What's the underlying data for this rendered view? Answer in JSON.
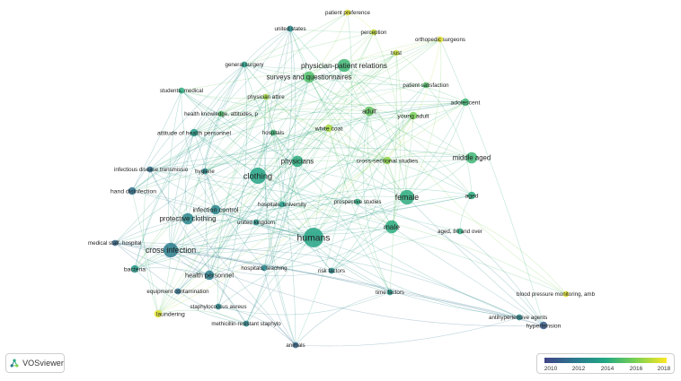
{
  "app": {
    "name": "VOSviewer"
  },
  "legend": {
    "ticks": [
      "2010",
      "2012",
      "2014",
      "2016",
      "2018"
    ]
  },
  "colors": {
    "scale": [
      "#414487",
      "#2a788e",
      "#22a884",
      "#7ad151",
      "#fde725"
    ],
    "year_min": 2009,
    "year_max": 2018.5
  },
  "network": {
    "items": [
      {
        "label": "patient preference",
        "year": 2018,
        "weight": 2
      },
      {
        "label": "united states",
        "year": 2012,
        "weight": 2
      },
      {
        "label": "perception",
        "year": 2017.5,
        "weight": 2
      },
      {
        "label": "orthopedic surgeons",
        "year": 2018,
        "weight": 2
      },
      {
        "label": "trust",
        "year": 2017.5,
        "weight": 2
      },
      {
        "label": "general surgery",
        "year": 2013,
        "weight": 2
      },
      {
        "label": "physician-patient relations",
        "year": 2014.5,
        "weight": 6
      },
      {
        "label": "surveys and questionnaires",
        "year": 2015,
        "weight": 5
      },
      {
        "label": "patient satisfaction",
        "year": 2015,
        "weight": 2
      },
      {
        "label": "students, medical",
        "year": 2014,
        "weight": 2
      },
      {
        "label": "physician attire",
        "year": 2017,
        "weight": 2
      },
      {
        "label": "adult",
        "year": 2015.5,
        "weight": 4
      },
      {
        "label": "adolescent",
        "year": 2014.5,
        "weight": 3
      },
      {
        "label": "health knowledge, attitudes, p",
        "year": 2015,
        "weight": 2
      },
      {
        "label": "young adult",
        "year": 2016,
        "weight": 3
      },
      {
        "label": "attitude of health personnel",
        "year": 2013,
        "weight": 3
      },
      {
        "label": "hospitals",
        "year": 2014.5,
        "weight": 2
      },
      {
        "label": "white coat",
        "year": 2017,
        "weight": 3
      },
      {
        "label": "middle aged",
        "year": 2014.5,
        "weight": 5
      },
      {
        "label": "physicians",
        "year": 2014,
        "weight": 5
      },
      {
        "label": "cross-sectional studies",
        "year": 2016.5,
        "weight": 3
      },
      {
        "label": "infectious disease transmissio",
        "year": 2011,
        "weight": 2
      },
      {
        "label": "hygiene",
        "year": 2012,
        "weight": 2
      },
      {
        "label": "clothing",
        "year": 2013.5,
        "weight": 8
      },
      {
        "label": "hand disinfection",
        "year": 2011,
        "weight": 3
      },
      {
        "label": "female",
        "year": 2014,
        "weight": 7
      },
      {
        "label": "aged",
        "year": 2014,
        "weight": 3
      },
      {
        "label": "hospitals, university",
        "year": 2013,
        "weight": 2
      },
      {
        "label": "prospective studies",
        "year": 2014,
        "weight": 2
      },
      {
        "label": "infection control",
        "year": 2012,
        "weight": 4
      },
      {
        "label": "protective clothing",
        "year": 2012,
        "weight": 5
      },
      {
        "label": "united kingdom",
        "year": 2012.5,
        "weight": 2
      },
      {
        "label": "male",
        "year": 2014,
        "weight": 6
      },
      {
        "label": "aged, 80 and over",
        "year": 2014,
        "weight": 2
      },
      {
        "label": "medical staff, hospital",
        "year": 2010.5,
        "weight": 2
      },
      {
        "label": "humans",
        "year": 2013.5,
        "weight": 10
      },
      {
        "label": "cross infection",
        "year": 2011.5,
        "weight": 7
      },
      {
        "label": "bacteria",
        "year": 2013,
        "weight": 3
      },
      {
        "label": "hospitals, teaching",
        "year": 2012,
        "weight": 2
      },
      {
        "label": "risk factors",
        "year": 2012,
        "weight": 2
      },
      {
        "label": "health personnel",
        "year": 2011.5,
        "weight": 4
      },
      {
        "label": "time factors",
        "year": 2013,
        "weight": 2
      },
      {
        "label": "blood pressure monitoring, amb",
        "year": 2018,
        "weight": 2
      },
      {
        "label": "equipment contamination",
        "year": 2011,
        "weight": 2
      },
      {
        "label": "staphylococcus aureus",
        "year": 2012,
        "weight": 2
      },
      {
        "label": "laundering",
        "year": 2018,
        "weight": 3
      },
      {
        "label": "antihypertensive agents",
        "year": 2012,
        "weight": 2
      },
      {
        "label": "methicillin-resistant staphylo",
        "year": 2012,
        "weight": 2
      },
      {
        "label": "hypertension",
        "year": 2010,
        "weight": 3
      },
      {
        "label": "animals",
        "year": 2010.5,
        "weight": 2
      }
    ]
  }
}
